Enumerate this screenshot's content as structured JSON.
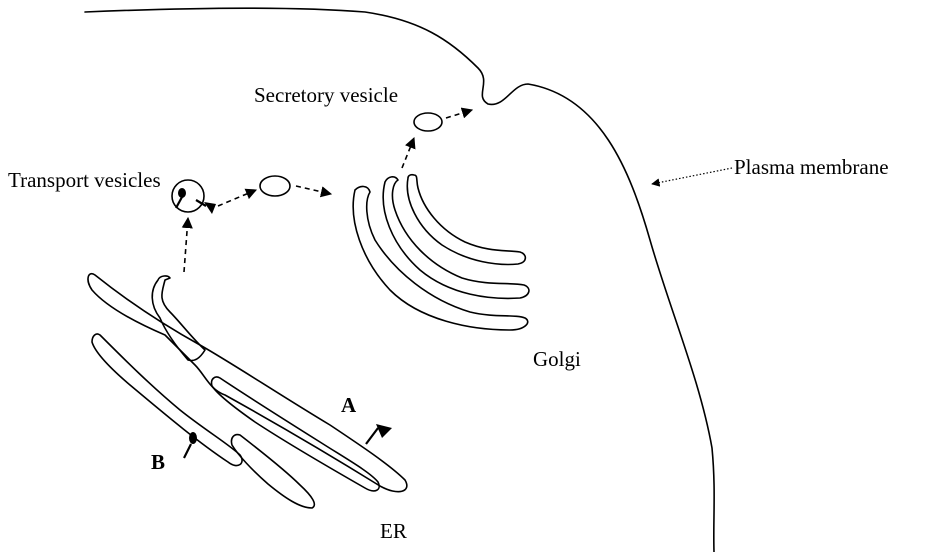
{
  "labels": {
    "secretory_vesicle": "Secretory vesicle",
    "transport_vesicles": "Transport vesicles",
    "plasma_membrane": "Plasma membrane",
    "golgi": "Golgi",
    "er": "ER",
    "protein_a": "A",
    "protein_b": "B"
  }
}
